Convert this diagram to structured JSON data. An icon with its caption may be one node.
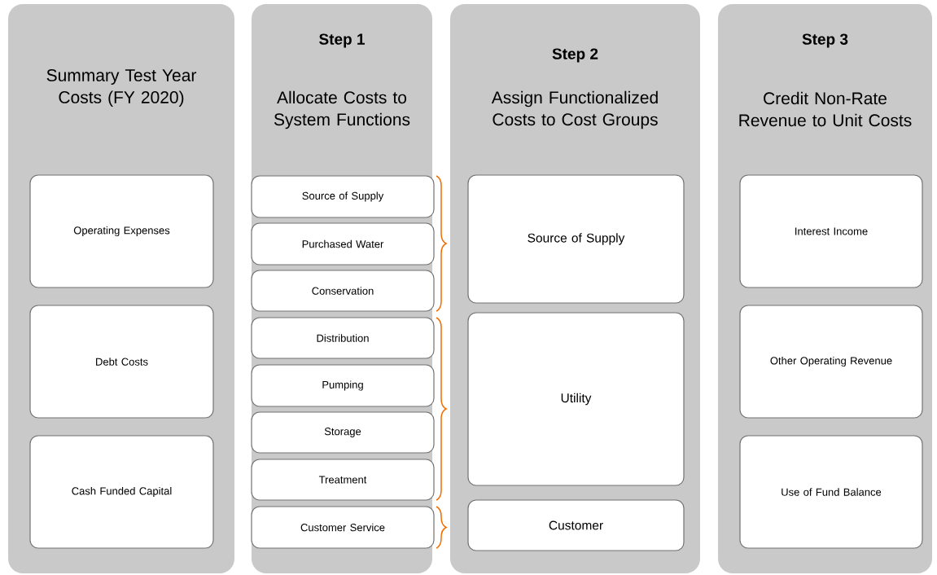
{
  "diagram": {
    "nodes": [
      {
        "text": [
          "Summary Test Year Costs (FY 2020)"
        ]
      },
      {
        "text": [
          "Operating Expenses"
        ],
        "in": 0
      },
      {
        "text": [
          "Debt Costs"
        ],
        "in": 0
      },
      {
        "text": [
          "Cash Funded Capital"
        ],
        "in": 0
      },
      {
        "text": [
          "Step 1",
          "Allocate Costs to System Functions"
        ]
      },
      {
        "text": [
          "Source of Supply"
        ],
        "in": 4
      },
      {
        "text": [
          "Purchased Water"
        ],
        "in": 4
      },
      {
        "text": [
          "Conservation"
        ],
        "in": 4
      },
      {
        "text": [
          "Distribution"
        ],
        "in": 4
      },
      {
        "text": [
          "Pumping"
        ],
        "in": 4
      },
      {
        "text": [
          "Storage"
        ],
        "in": 4
      },
      {
        "text": [
          "Treatment"
        ],
        "in": 4
      },
      {
        "text": [
          "Customer Service"
        ],
        "in": 4
      },
      {
        "text": [
          "Step 2",
          "Assign Functionalized Costs to Cost Groups"
        ]
      },
      {
        "text": [
          "Source of Supply"
        ],
        "in": 13
      },
      {
        "text": [
          "Utility"
        ],
        "in": 13
      },
      {
        "text": [
          "Customer"
        ],
        "in": 13
      },
      {
        "text": [
          "Step 3",
          "Credit Non-Rate Revenue to Unit Costs"
        ]
      },
      {
        "text": [
          "Interest Income"
        ],
        "in": 17
      },
      {
        "text": [
          "Other Operating Revenue"
        ],
        "in": 17
      },
      {
        "text": [
          "Use of Fund Balance"
        ],
        "in": 17
      }
    ]
  }
}
